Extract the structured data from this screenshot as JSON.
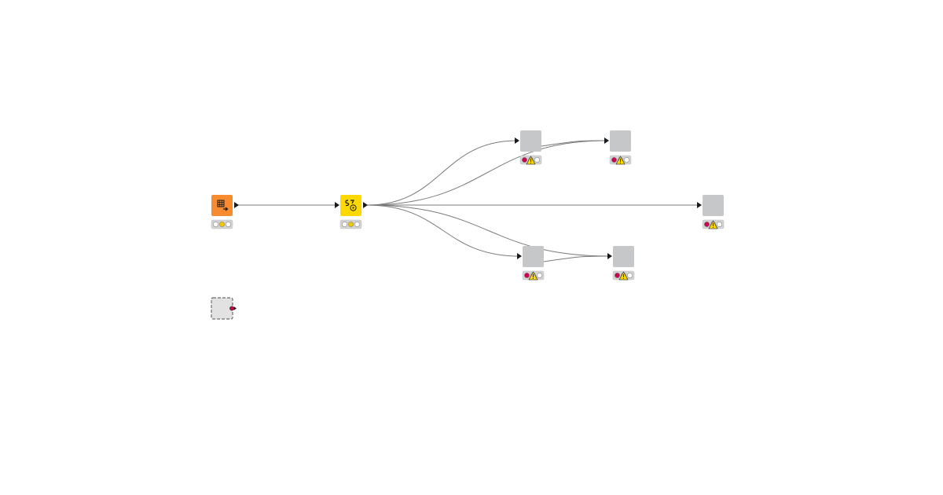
{
  "workflow": {
    "colors": {
      "background": "#ffffff",
      "connection": "#7b7b7b",
      "port": "#1a1a1a",
      "node_source": "#f68b30",
      "node_manipulator": "#ffd800",
      "node_missing": "#c5c7c9",
      "status_box": "#d4d4d4",
      "status_red": "#d1004f",
      "status_yellow": "#f2c600",
      "status_off": "#ffffff",
      "warning_fill": "#ffd800"
    },
    "nodes": [
      {
        "id": "table-reader",
        "kind": "source",
        "icon": "table-reader-icon",
        "status": "configured",
        "warning": false
      },
      {
        "id": "string-manipulation",
        "kind": "manipulator",
        "icon": "string-manipulation-icon",
        "status": "configured",
        "warning": false
      },
      {
        "id": "missing-node-1",
        "kind": "missing",
        "icon": "",
        "status": "error",
        "warning": true
      },
      {
        "id": "missing-node-2",
        "kind": "missing",
        "icon": "",
        "status": "error",
        "warning": true
      },
      {
        "id": "missing-node-3",
        "kind": "missing",
        "icon": "",
        "status": "error",
        "warning": true
      },
      {
        "id": "missing-node-4",
        "kind": "missing",
        "icon": "",
        "status": "error",
        "warning": true
      },
      {
        "id": "missing-node-5",
        "kind": "missing",
        "icon": "",
        "status": "error",
        "warning": true
      },
      {
        "id": "component-placeholder",
        "kind": "component",
        "icon": "",
        "status": "none",
        "warning": false
      }
    ],
    "connections": [
      {
        "from": "table-reader",
        "to": "string-manipulation"
      },
      {
        "from": "string-manipulation",
        "to": "missing-node-1"
      },
      {
        "from": "string-manipulation",
        "to": "missing-node-2"
      },
      {
        "from": "string-manipulation",
        "to": "missing-node-3"
      },
      {
        "from": "string-manipulation",
        "to": "missing-node-4"
      },
      {
        "from": "string-manipulation",
        "to": "missing-node-5"
      }
    ]
  }
}
